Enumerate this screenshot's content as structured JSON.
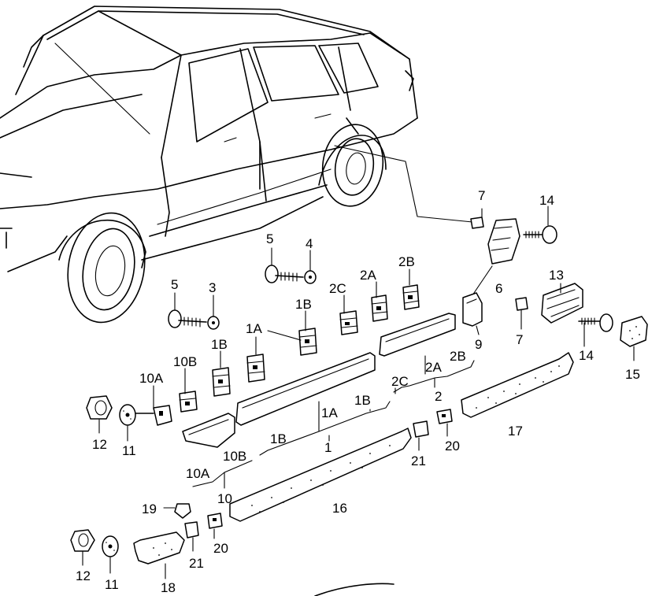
{
  "labels": {
    "l7a": "7",
    "l14a": "14",
    "l5a": "5",
    "l4": "4",
    "l2b": "2B",
    "l2a": "2A",
    "l2c": "2C",
    "l13": "13",
    "l6": "6",
    "l5b": "5",
    "l3": "3",
    "l1b_top": "1B",
    "l1a_top": "1A",
    "l1b_mid": "1B",
    "l9": "9",
    "l7b": "7",
    "l14b": "14",
    "l15": "15",
    "l10b_top": "10B",
    "l10a_top": "10A",
    "l2b_lo": "2B",
    "l2a_lo": "2A",
    "l2c_lo": "2C",
    "l2": "2",
    "l1b_r": "1B",
    "l1a_lo": "1A",
    "l17": "17",
    "l12a": "12",
    "l11a": "11",
    "l21a": "21",
    "l20a": "20",
    "l1b_lo": "1B",
    "l1": "1",
    "l10b_lo": "10B",
    "l10a_lo": "10A",
    "l10": "10",
    "l16": "16",
    "l19": "19",
    "l12b": "12",
    "l11b": "11",
    "l21b": "21",
    "l20b": "20",
    "l18": "18"
  }
}
